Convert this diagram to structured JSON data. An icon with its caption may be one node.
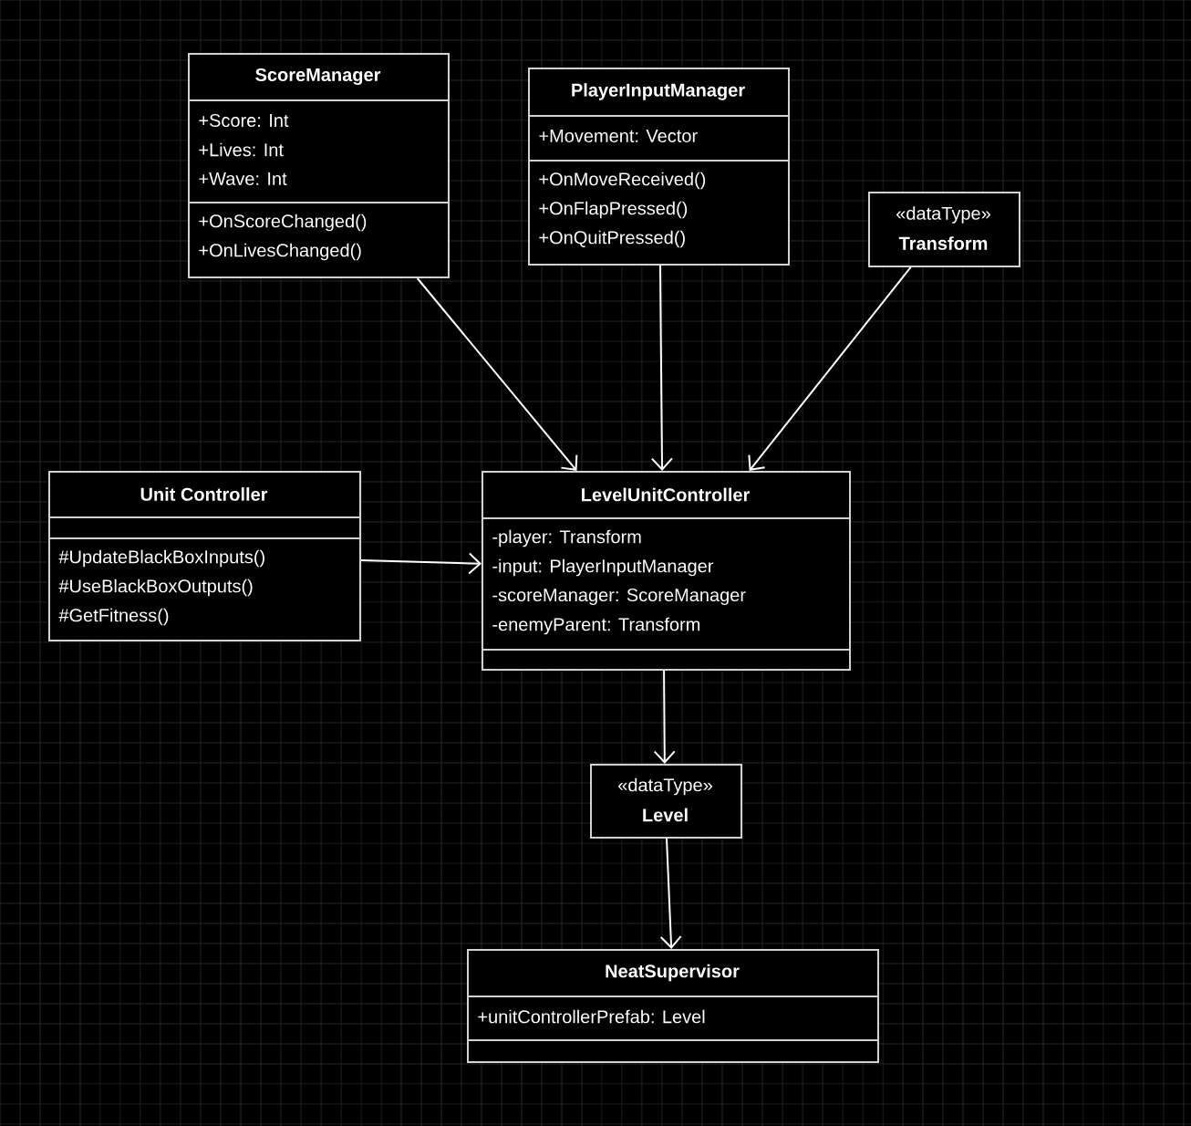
{
  "diagram": {
    "nodes": [
      {
        "text": [
          "ScoreManager",
          "+Score: Int",
          "+Lives: Int",
          "+Wave: Int",
          "+OnScoreChanged()",
          "+OnLivesChanged()"
        ]
      },
      {
        "text": [
          "PlayerInputManager",
          "+Movement: Vector",
          "+OnMoveReceived()",
          "+OnFlapPressed()",
          "+OnQuitPressed()"
        ]
      },
      {
        "text": [
          "«dataType»",
          "Transform"
        ]
      },
      {
        "text": [
          "Unit Controller",
          "#UpdateBlackBoxInputs()",
          "#UseBlackBoxOutputs()",
          "#GetFitness()"
        ]
      },
      {
        "text": [
          "LevelUnitController",
          "-player: Transform",
          "-input: PlayerInputManager",
          "-scoreManager: ScoreManager",
          "-enemyParent: Transform"
        ]
      },
      {
        "text": [
          "«dataType»",
          "Level"
        ]
      },
      {
        "text": [
          "NeatSupervisor",
          "+unitControllerPrefab: Level"
        ]
      }
    ],
    "edges": [
      {
        "from": 0,
        "to": 4,
        "arrow": "to"
      },
      {
        "from": 1,
        "to": 4,
        "arrow": "to"
      },
      {
        "from": 2,
        "to": 4,
        "arrow": "to"
      },
      {
        "from": 3,
        "to": 4,
        "arrow": "to"
      },
      {
        "from": 4,
        "to": 5,
        "arrow": "to"
      },
      {
        "from": 5,
        "to": 6,
        "arrow": "to"
      }
    ]
  }
}
